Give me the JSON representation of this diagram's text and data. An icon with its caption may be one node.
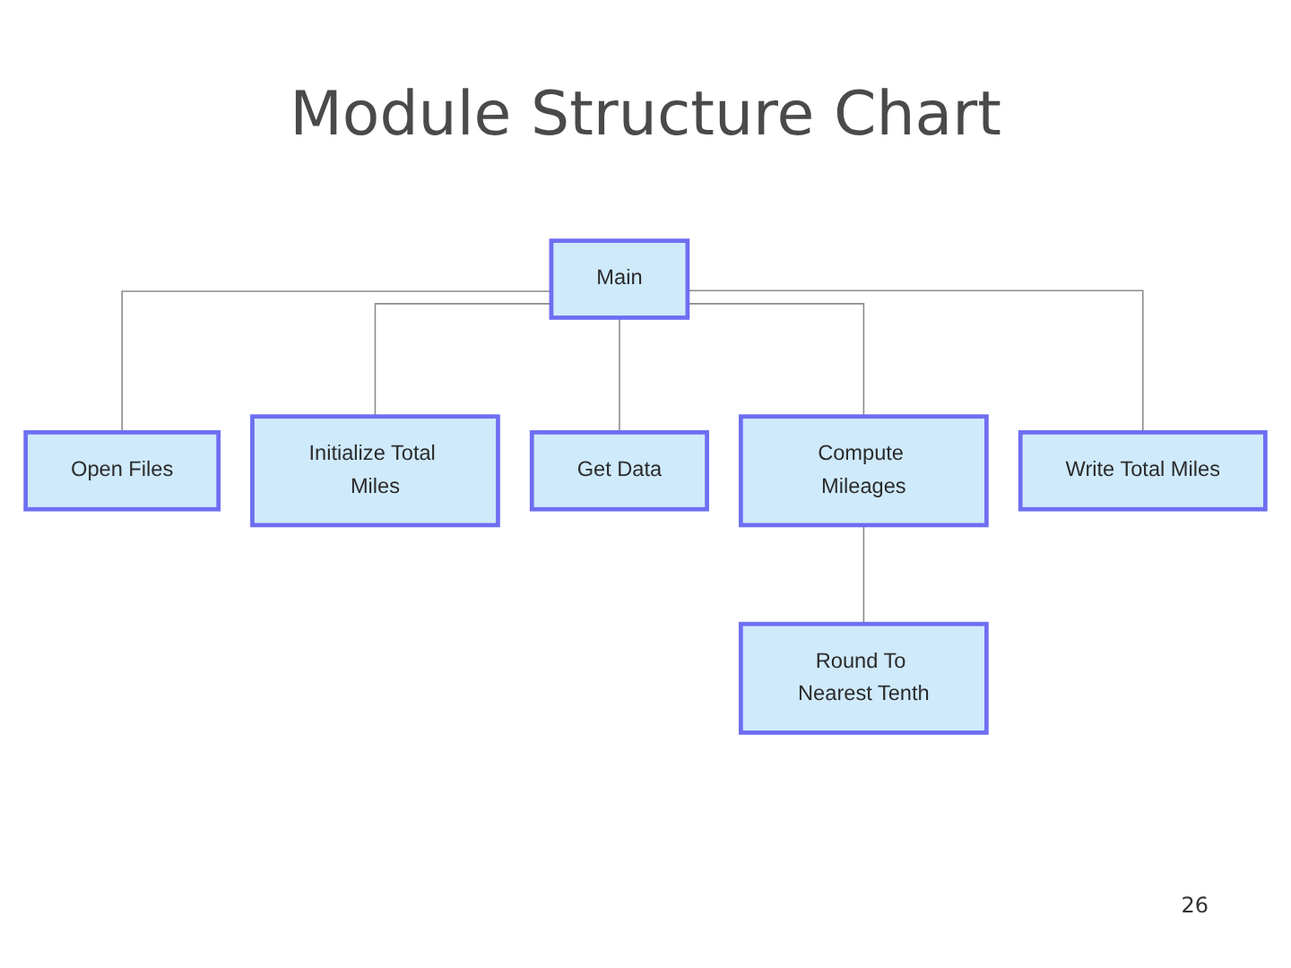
{
  "diagram": {
    "title": "Module Structure Chart",
    "nodes": [
      {
        "text": [
          "Main"
        ]
      },
      {
        "text": [
          "Open Files"
        ]
      },
      {
        "text": [
          "Initialize Total Miles"
        ]
      },
      {
        "text": [
          "Get Data"
        ]
      },
      {
        "text": [
          "Compute Mileages"
        ]
      },
      {
        "text": [
          "Write Total Miles"
        ]
      },
      {
        "text": [
          "Round To Nearest Tenth"
        ]
      }
    ],
    "edges": [
      {
        "from": 0,
        "to": 1,
        "arrow": "none"
      },
      {
        "from": 0,
        "to": 2,
        "arrow": "none"
      },
      {
        "from": 0,
        "to": 3,
        "arrow": "none"
      },
      {
        "from": 0,
        "to": 4,
        "arrow": "none"
      },
      {
        "from": 0,
        "to": 5,
        "arrow": "none"
      },
      {
        "from": 4,
        "to": 6,
        "arrow": "none"
      }
    ],
    "labels": [
      "26"
    ]
  }
}
